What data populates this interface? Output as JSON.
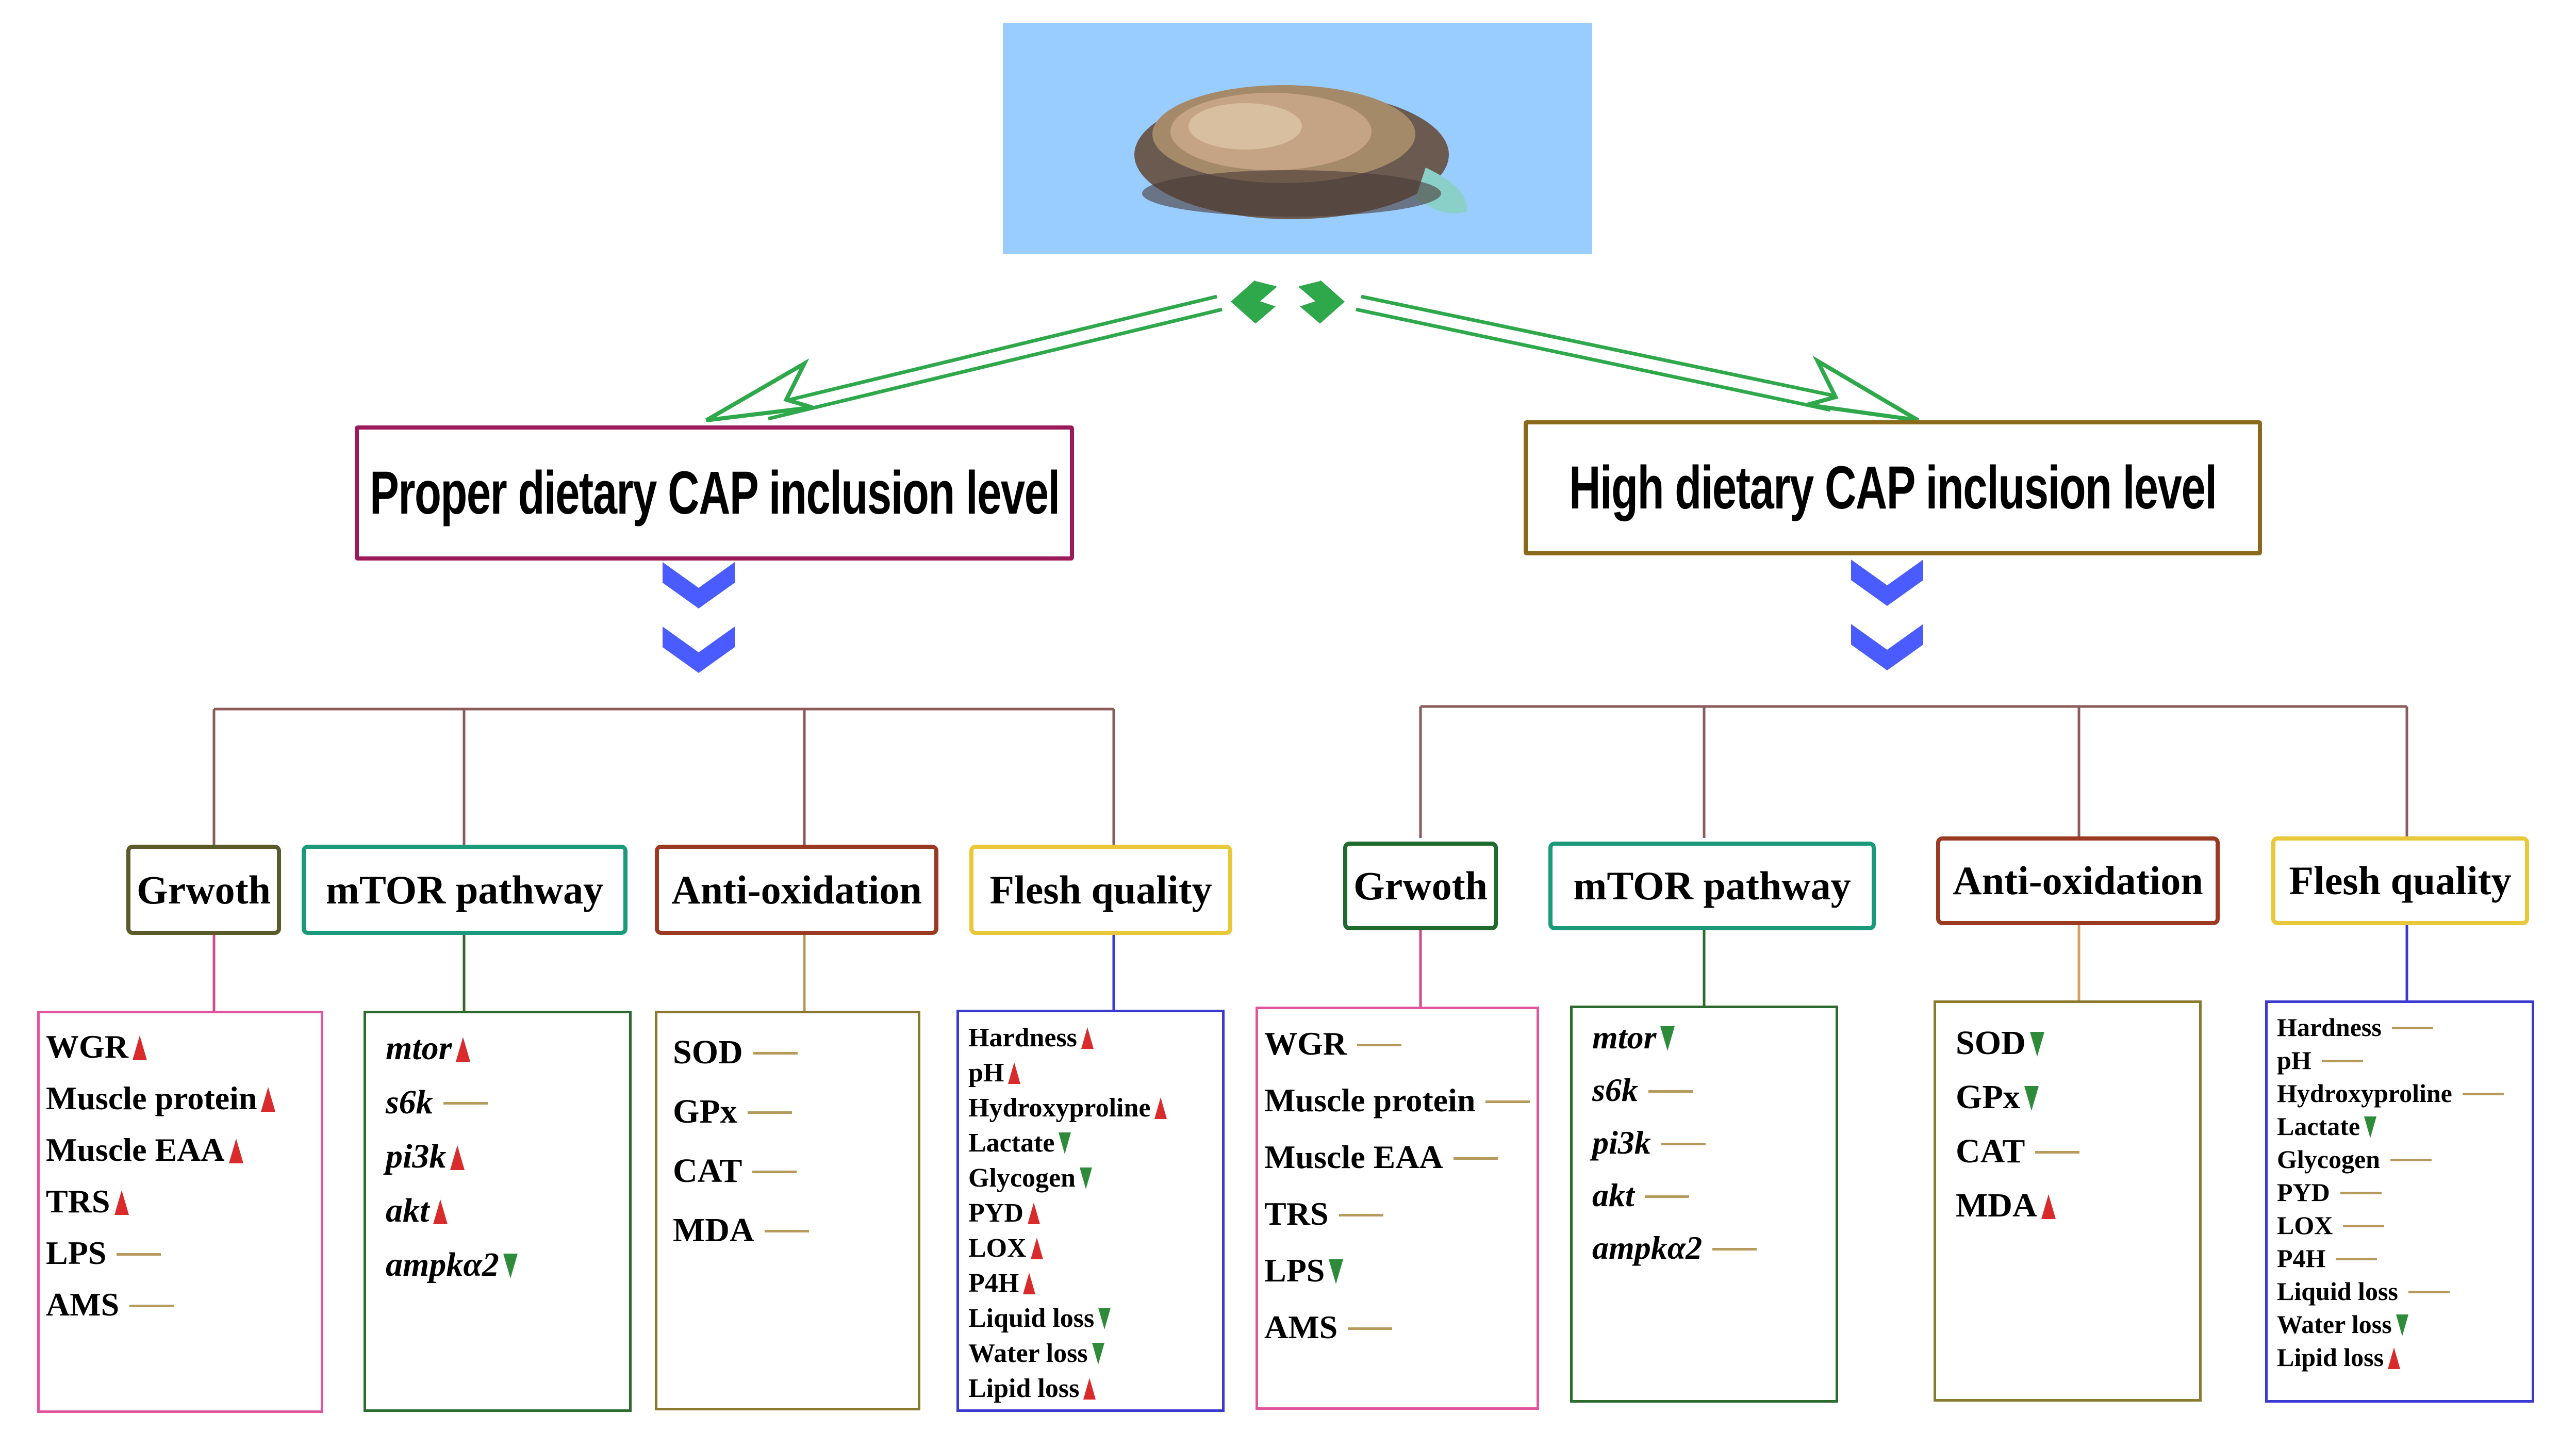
{
  "photo": {
    "icon": "abalone-photo",
    "background": "#99ccff"
  },
  "arrows": {
    "color": "#2ea84a",
    "chevron_color": "#4a5cff"
  },
  "left": {
    "title": "Proper dietary CAP inclusion level",
    "title_border": "#9b1b5a",
    "line_color": "#8b5a5a",
    "categories": [
      {
        "label": "Grwoth",
        "border": "#5a5a2a",
        "line": "#d04a90",
        "detail_border": "#e0559e",
        "items": [
          {
            "label": "WGR",
            "trend": "up"
          },
          {
            "label": "Muscle protein",
            "trend": "up"
          },
          {
            "label": "Muscle EAA",
            "trend": "up"
          },
          {
            "label": "TRS",
            "trend": "up"
          },
          {
            "label": "LPS",
            "trend": "none"
          },
          {
            "label": "AMS",
            "trend": "none"
          }
        ]
      },
      {
        "label": "mTOR pathway",
        "border": "#1a9a7a",
        "line": "#2d6a2d",
        "detail_border": "#2d6a2d",
        "items": [
          {
            "label": "mtor",
            "trend": "up"
          },
          {
            "label": "s6k",
            "trend": "none"
          },
          {
            "label": "pi3k",
            "trend": "up"
          },
          {
            "label": "akt",
            "trend": "up"
          },
          {
            "label": "ampkα2",
            "trend": "down"
          }
        ]
      },
      {
        "label": "Anti-oxidation",
        "border": "#9a3a22",
        "line": "#b59a5c",
        "detail_border": "#8a7a30",
        "items": [
          {
            "label": "SOD",
            "trend": "none"
          },
          {
            "label": "GPx",
            "trend": "none"
          },
          {
            "label": "CAT",
            "trend": "none"
          },
          {
            "label": "MDA",
            "trend": "none"
          }
        ]
      },
      {
        "label": "Flesh quality",
        "border": "#e8c838",
        "line": "#3a3ad0",
        "detail_border": "#3a3ad0",
        "items": [
          {
            "label": "Hardness",
            "trend": "up"
          },
          {
            "label": "pH",
            "trend": "up"
          },
          {
            "label": "Hydroxyproline",
            "trend": "up"
          },
          {
            "label": "Lactate",
            "trend": "down"
          },
          {
            "label": "Glycogen",
            "trend": "down"
          },
          {
            "label": "PYD",
            "trend": "up"
          },
          {
            "label": "LOX",
            "trend": "up"
          },
          {
            "label": "P4H",
            "trend": "up"
          },
          {
            "label": "Liquid loss",
            "trend": "down"
          },
          {
            "label": "Water loss",
            "trend": "down"
          },
          {
            "label": "Lipid loss",
            "trend": "up"
          }
        ]
      }
    ]
  },
  "right": {
    "title": "High dietary CAP inclusion level",
    "title_border": "#8a6a1a",
    "line_color": "#8b5a5a",
    "categories": [
      {
        "label": "Grwoth",
        "border": "#1f6a2f",
        "line": "#d04a90",
        "detail_border": "#e0559e",
        "items": [
          {
            "label": "WGR",
            "trend": "none"
          },
          {
            "label": "Muscle protein",
            "trend": "none"
          },
          {
            "label": "Muscle EAA",
            "trend": "none"
          },
          {
            "label": "TRS",
            "trend": "none"
          },
          {
            "label": "LPS",
            "trend": "down"
          },
          {
            "label": "AMS",
            "trend": "none"
          }
        ]
      },
      {
        "label": "mTOR pathway",
        "border": "#1a9a7a",
        "line": "#2d6a2d",
        "detail_border": "#2d6a2d",
        "items": [
          {
            "label": "mtor",
            "trend": "down"
          },
          {
            "label": "s6k",
            "trend": "none"
          },
          {
            "label": "pi3k",
            "trend": "none"
          },
          {
            "label": "akt",
            "trend": "none"
          },
          {
            "label": "ampkα2",
            "trend": "none"
          }
        ]
      },
      {
        "label": "Anti-oxidation",
        "border": "#9a3a22",
        "line": "#d4a060",
        "detail_border": "#8a7a30",
        "items": [
          {
            "label": "SOD",
            "trend": "down"
          },
          {
            "label": "GPx",
            "trend": "down"
          },
          {
            "label": "CAT",
            "trend": "none"
          },
          {
            "label": "MDA",
            "trend": "up"
          }
        ]
      },
      {
        "label": "Flesh quality",
        "border": "#e8c838",
        "line": "#3a3ad0",
        "detail_border": "#3a3ad0",
        "items": [
          {
            "label": "Hardness",
            "trend": "none"
          },
          {
            "label": "pH",
            "trend": "none"
          },
          {
            "label": "Hydroxyproline",
            "trend": "none"
          },
          {
            "label": "Lactate",
            "trend": "down"
          },
          {
            "label": "Glycogen",
            "trend": "none"
          },
          {
            "label": "PYD",
            "trend": "none"
          },
          {
            "label": "LOX",
            "trend": "none"
          },
          {
            "label": "P4H",
            "trend": "none"
          },
          {
            "label": "Liquid loss",
            "trend": "none"
          },
          {
            "label": "Water loss",
            "trend": "down"
          },
          {
            "label": "Lipid loss",
            "trend": "up"
          }
        ]
      }
    ]
  }
}
